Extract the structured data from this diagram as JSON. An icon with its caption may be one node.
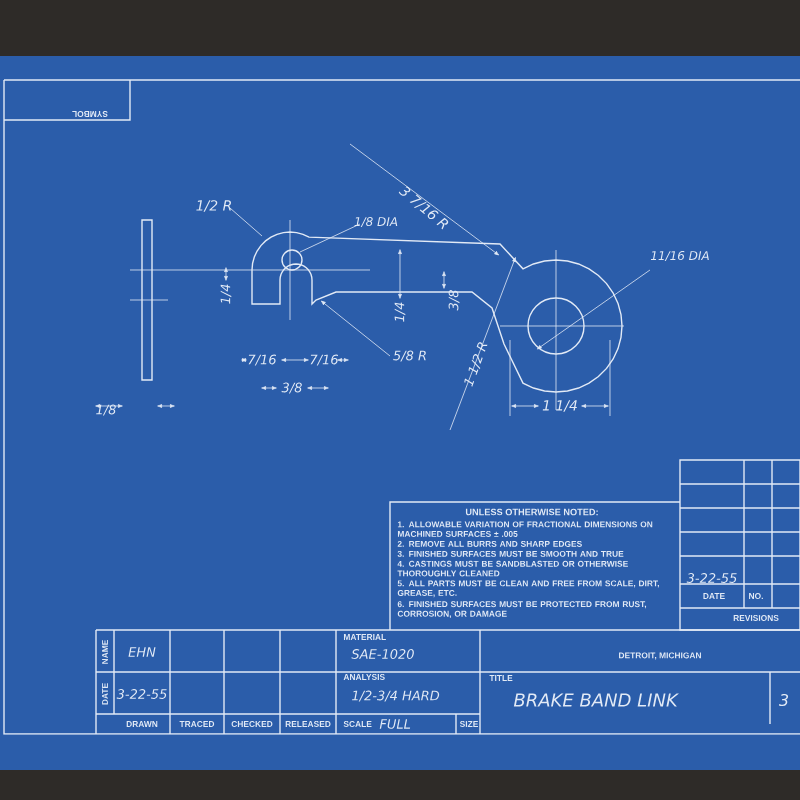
{
  "diagram": {
    "labels": [
      "SYMBOL",
      "1/2 R",
      "1/8 DIA",
      "3 7/16 R",
      "11/16 DIA",
      "1/4",
      "1/4",
      "3/8",
      "7/16",
      "7/16",
      "3/8",
      "5/8 R",
      "1 1/2 R",
      "1/8",
      "1 1/4",
      "UNLESS OTHERWISE NOTED:",
      "1. ALLOWABLE VARIATION OF FRACTIONAL DIMENSIONS ON MACHINED SURFACES ± .005",
      "2. REMOVE ALL BURRS AND SHARP EDGES",
      "3. FINISHED SURFACES MUST BE SMOOTH AND TRUE",
      "4. CASTINGS MUST BE SANDBLASTED OR OTHERWISE THOROUGHLY CLEANED",
      "5. ALL PARTS MUST BE CLEAN AND FREE FROM SCALE, DIRT, GREASE, ETC.",
      "6. FINISHED SURFACES MUST BE PROTECTED FROM RUST, CORROSION, OR DAMAGE",
      "3-22-55",
      "DATE",
      "NO.",
      "REVISIONS",
      "NAME",
      "EHN",
      "DATE",
      "3-22-55",
      "DRAWN",
      "TRACED",
      "CHECKED",
      "RELEASED",
      "MATERIAL",
      "SAE-1020",
      "ANALYSIS",
      "1/2-3/4 HARD",
      "SCALE",
      "FULL",
      "SIZE",
      "DETROIT, MICHIGAN",
      "TITLE",
      "BRAKE BAND LINK",
      "3"
    ]
  }
}
